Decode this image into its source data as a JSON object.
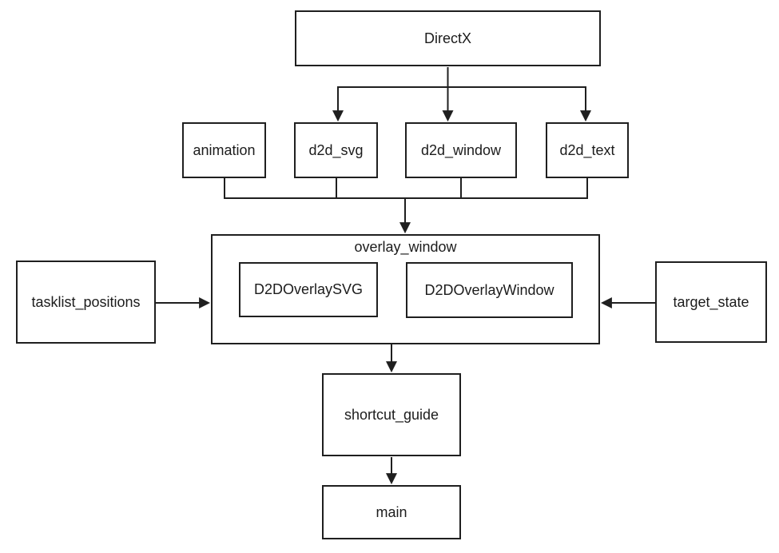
{
  "diagram": {
    "type": "flowchart",
    "background_color": "#ffffff",
    "stroke_color": "#1f1f1f",
    "text_color": "#1c1c1c",
    "nodes": {
      "directx": "DirectX",
      "animation": "animation",
      "d2d_svg": "d2d_svg",
      "d2d_window": "d2d_window",
      "d2d_text": "d2d_text",
      "overlay_window": "overlay_window",
      "d2d_overlay_svg": "D2DOverlaySVG",
      "d2d_overlay_window": "D2DOverlayWindow",
      "tasklist_positions": "tasklist_positions",
      "target_state": "target_state",
      "shortcut_guide": "shortcut_guide",
      "main": "main"
    },
    "groups": {
      "overlay_window": [
        "D2DOverlaySVG",
        "D2DOverlayWindow"
      ]
    },
    "edges": [
      {
        "from": "DirectX",
        "to": "d2d_svg"
      },
      {
        "from": "DirectX",
        "to": "d2d_window"
      },
      {
        "from": "DirectX",
        "to": "d2d_text"
      },
      {
        "from": "animation",
        "to": "overlay_window"
      },
      {
        "from": "d2d_svg",
        "to": "overlay_window"
      },
      {
        "from": "d2d_window",
        "to": "overlay_window"
      },
      {
        "from": "d2d_text",
        "to": "overlay_window"
      },
      {
        "from": "tasklist_positions",
        "to": "overlay_window"
      },
      {
        "from": "target_state",
        "to": "overlay_window"
      },
      {
        "from": "overlay_window",
        "to": "shortcut_guide"
      },
      {
        "from": "shortcut_guide",
        "to": "main"
      }
    ],
    "connectors": [
      {
        "name": "connector-directx-stem",
        "points": [
          [
            560.5,
            84
          ],
          [
            560.5,
            110
          ]
        ],
        "arrow": false
      },
      {
        "name": "connector-top-rail",
        "points": [
          [
            423,
            109
          ],
          [
            733,
            109
          ]
        ],
        "arrow": false
      },
      {
        "name": "connector-arrow-d2d-svg",
        "points": [
          [
            423,
            108
          ],
          [
            423,
            150
          ]
        ],
        "arrow": true
      },
      {
        "name": "connector-arrow-d2d-window",
        "points": [
          [
            560.5,
            108
          ],
          [
            560.5,
            150
          ]
        ],
        "arrow": true
      },
      {
        "name": "connector-arrow-d2d-text",
        "points": [
          [
            733,
            108
          ],
          [
            733,
            150
          ]
        ],
        "arrow": true
      },
      {
        "name": "connector-animation-stub",
        "points": [
          [
            281,
            223
          ],
          [
            281,
            249
          ]
        ],
        "arrow": false
      },
      {
        "name": "connector-d2d-svg-stub",
        "points": [
          [
            421,
            223
          ],
          [
            421,
            249
          ]
        ],
        "arrow": false
      },
      {
        "name": "connector-d2d-window-stub",
        "points": [
          [
            577,
            223
          ],
          [
            577,
            249
          ]
        ],
        "arrow": false
      },
      {
        "name": "connector-d2d-text-stub",
        "points": [
          [
            735,
            223
          ],
          [
            735,
            249
          ]
        ],
        "arrow": false
      },
      {
        "name": "connector-bottom-rail",
        "points": [
          [
            281,
            248
          ],
          [
            735,
            248
          ]
        ],
        "arrow": false
      },
      {
        "name": "connector-arrow-overlay",
        "points": [
          [
            507,
            248
          ],
          [
            507,
            290
          ]
        ],
        "arrow": true
      },
      {
        "name": "connector-arrow-tasklist",
        "points": [
          [
            195,
            379
          ],
          [
            261,
            379
          ]
        ],
        "arrow": true
      },
      {
        "name": "connector-arrow-target",
        "points": [
          [
            820,
            379
          ],
          [
            754,
            379
          ]
        ],
        "arrow": true
      },
      {
        "name": "connector-arrow-shortcut",
        "points": [
          [
            490,
            431
          ],
          [
            490,
            464
          ]
        ],
        "arrow": true
      },
      {
        "name": "connector-arrow-main",
        "points": [
          [
            490,
            572
          ],
          [
            490,
            604
          ]
        ],
        "arrow": true
      }
    ]
  }
}
